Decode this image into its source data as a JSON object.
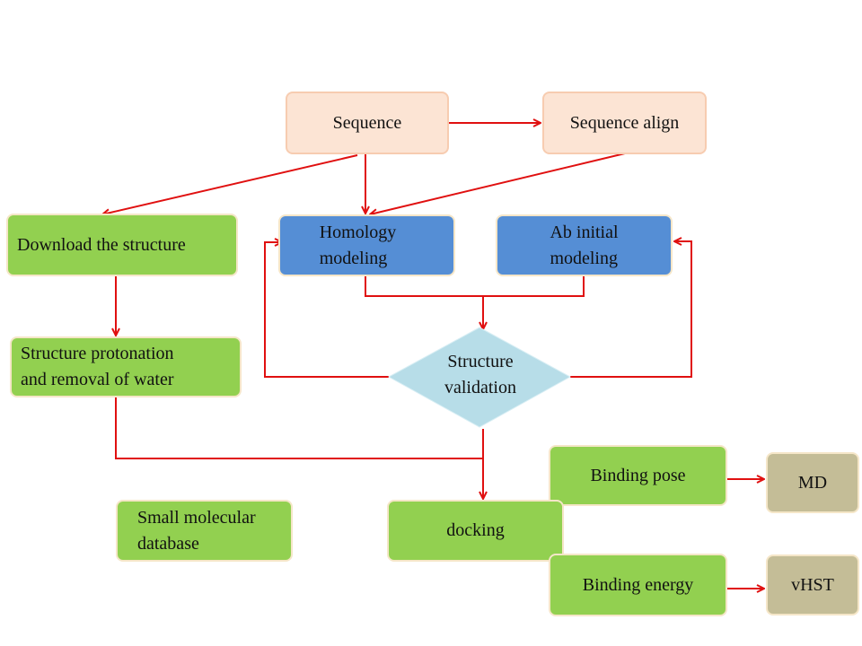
{
  "nodes": {
    "sequence": "Sequence",
    "sequence_align": "Sequence align",
    "download_structure": "Download the structure",
    "homology_modeling": "Homology\nmodeling",
    "ab_initial_modeling": "Ab initial\nmodeling",
    "structure_protonation": "Structure protonation\nand removal of water",
    "structure_validation": "Structure\nvalidation",
    "binding_pose": "Binding pose",
    "md": "MD",
    "small_molecular_database": "Small molecular\ndatabase",
    "docking": "docking",
    "binding_energy": "Binding energy",
    "vhst": "vHST"
  },
  "colors": {
    "arrow": "#e01010",
    "peach_fill": "#fce4d4",
    "green_fill": "#92d050",
    "blue_fill": "#558ed5",
    "diamond_fill": "#b7dde8",
    "tan_fill": "#c4bd97"
  }
}
